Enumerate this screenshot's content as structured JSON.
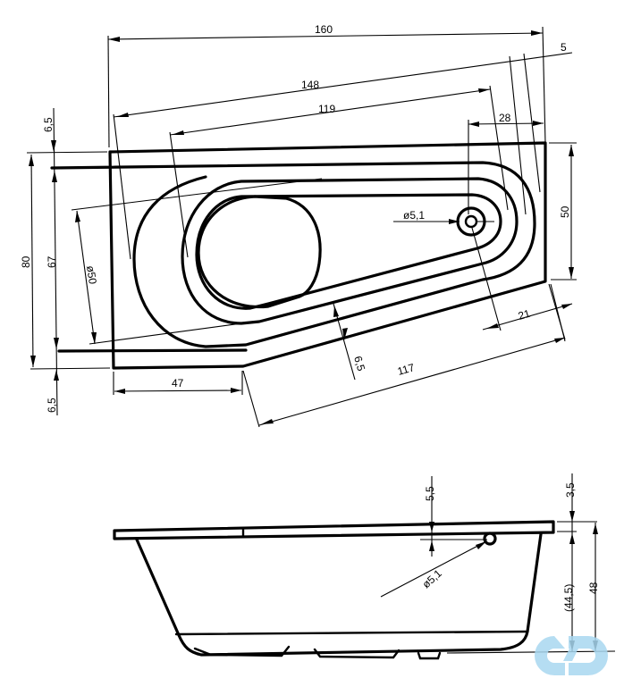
{
  "drawing": {
    "top_view": {
      "dim_overall_length": "160",
      "dim_diag_length": "148",
      "dim_inner_length": "119",
      "dim_rim_offset": "5",
      "dim_drain_offset": "28",
      "dim_right_width": "50",
      "dim_overall_width": "80",
      "dim_inner_width": "67",
      "dim_top_rim": "6,5",
      "dim_bottom_rim": "6,5",
      "dim_circle_diameter": "ø50",
      "dim_drain_diameter": "ø5,1",
      "dim_front_short": "47",
      "dim_front_angled": "117",
      "dim_front_rim": "6,5",
      "dim_drain_to_edge": "21"
    },
    "side_view": {
      "dim_overflow_offset": "5,5",
      "dim_rim_thickness": "3,5",
      "dim_overflow_diameter": "ø5,1",
      "dim_inner_depth": "(44,5)",
      "dim_total_height": "48"
    }
  },
  "watermark": {
    "color": "#a9d8f0"
  }
}
